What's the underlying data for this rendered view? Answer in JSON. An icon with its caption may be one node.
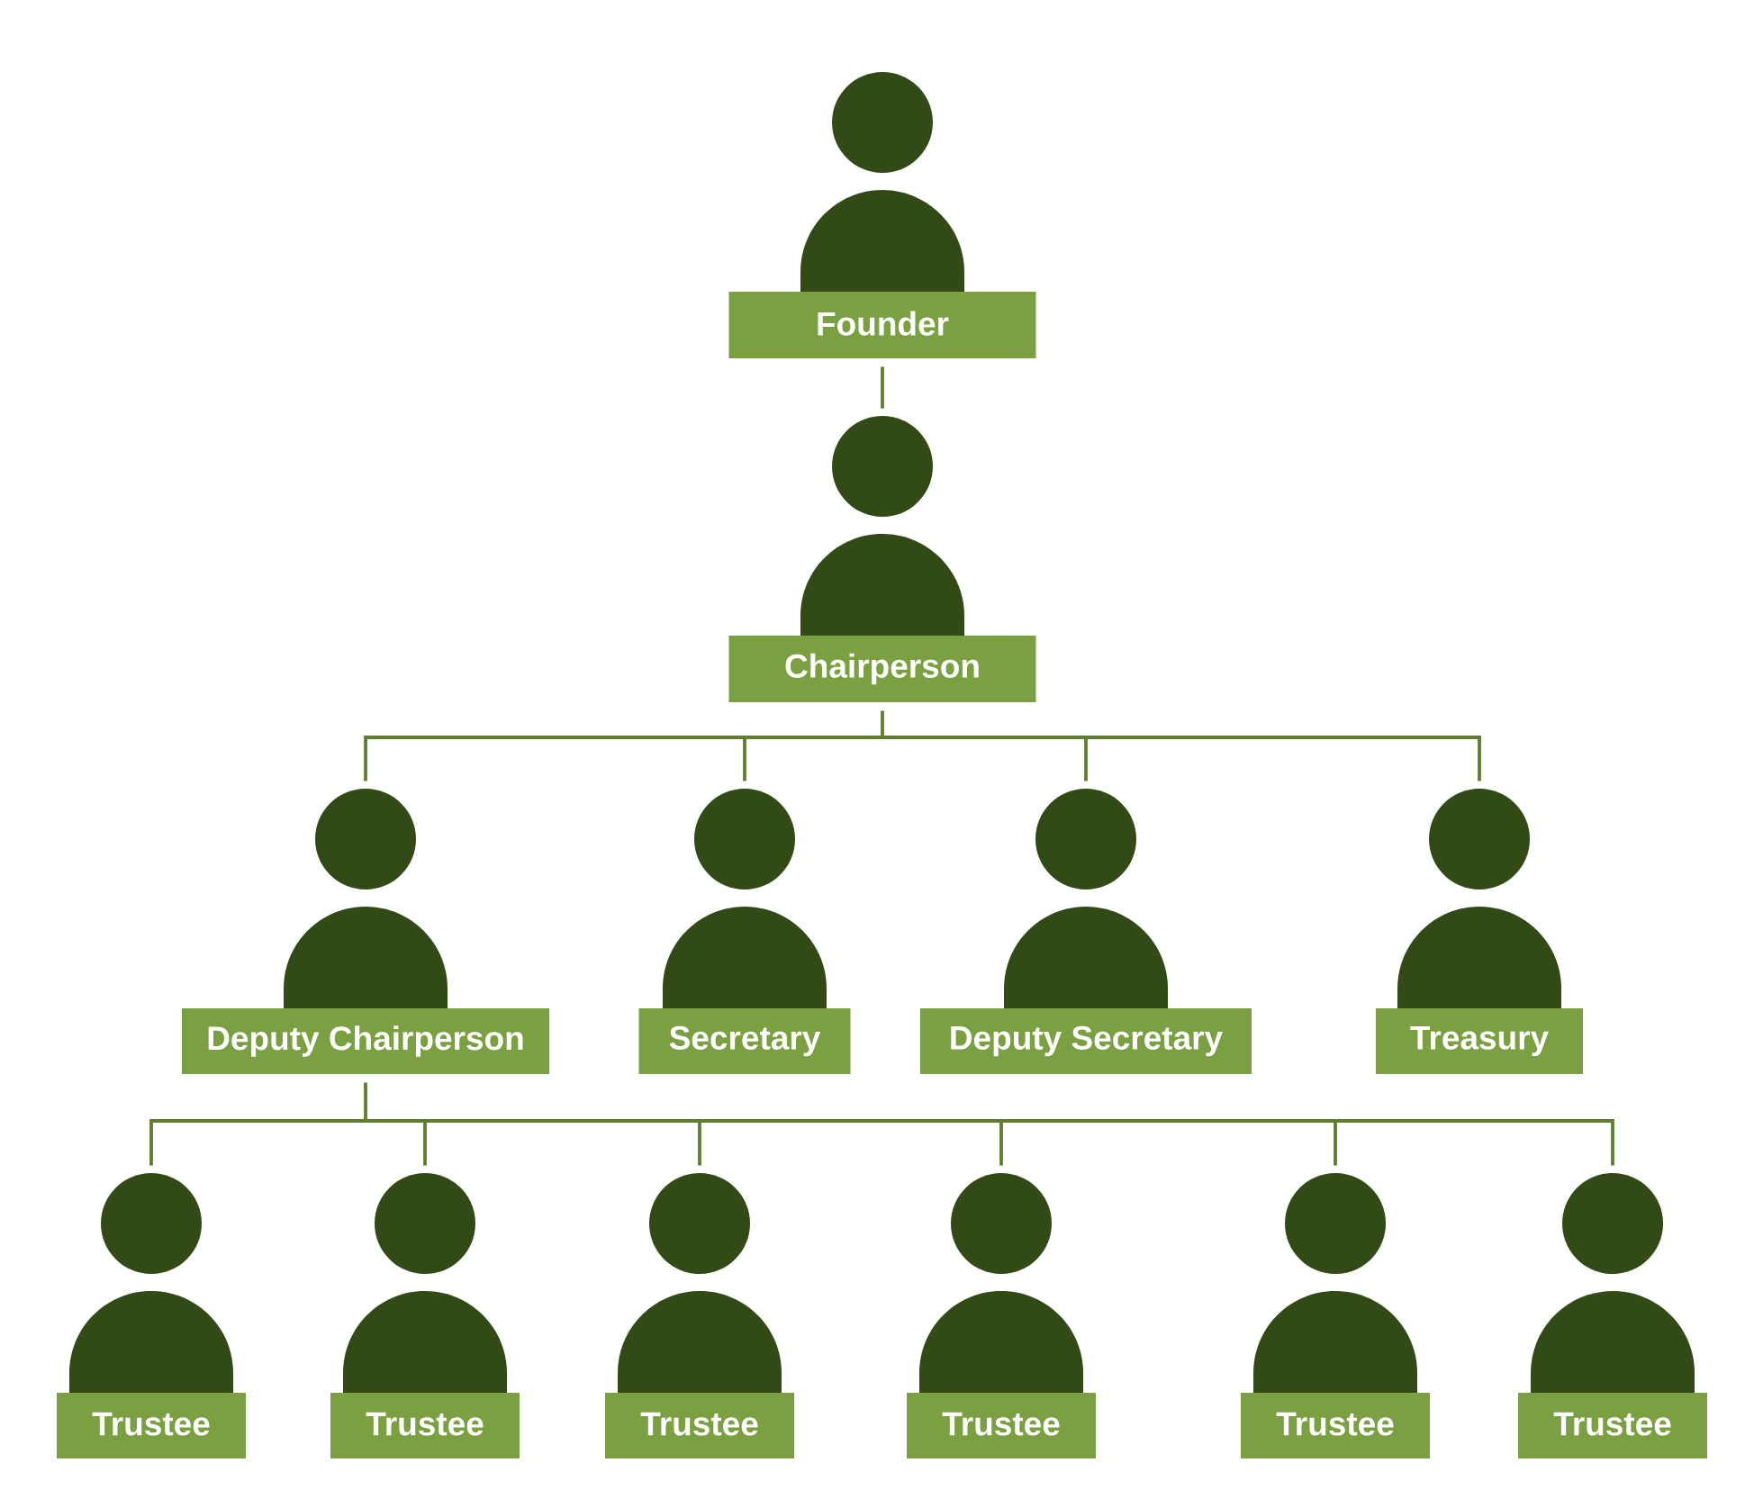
{
  "diagram": {
    "nodes": [
      {
        "text": [
          "Founder"
        ]
      },
      {
        "text": [
          "Chairperson"
        ]
      },
      {
        "text": [
          "Deputy Chairperson"
        ]
      },
      {
        "text": [
          "Secretary"
        ]
      },
      {
        "text": [
          "Deputy Secretary"
        ]
      },
      {
        "text": [
          "Treasury"
        ]
      },
      {
        "text": [
          "Trustee"
        ]
      },
      {
        "text": [
          "Trustee"
        ]
      },
      {
        "text": [
          "Trustee"
        ]
      },
      {
        "text": [
          "Trustee"
        ]
      },
      {
        "text": [
          "Trustee"
        ]
      },
      {
        "text": [
          "Trustee"
        ]
      }
    ],
    "edges": [
      {
        "from": 0,
        "to": 1,
        "arrow": "none"
      },
      {
        "from": 1,
        "to": 2,
        "arrow": "none"
      },
      {
        "from": 1,
        "to": 3,
        "arrow": "none"
      },
      {
        "from": 1,
        "to": 4,
        "arrow": "none"
      },
      {
        "from": 1,
        "to": 5,
        "arrow": "none"
      },
      {
        "from": 2,
        "to": 6,
        "arrow": "none"
      },
      {
        "from": 2,
        "to": 7,
        "arrow": "none"
      },
      {
        "from": 2,
        "to": 8,
        "arrow": "none"
      },
      {
        "from": 2,
        "to": 9,
        "arrow": "none"
      },
      {
        "from": 2,
        "to": 10,
        "arrow": "none"
      },
      {
        "from": 2,
        "to": 11,
        "arrow": "none"
      }
    ]
  }
}
